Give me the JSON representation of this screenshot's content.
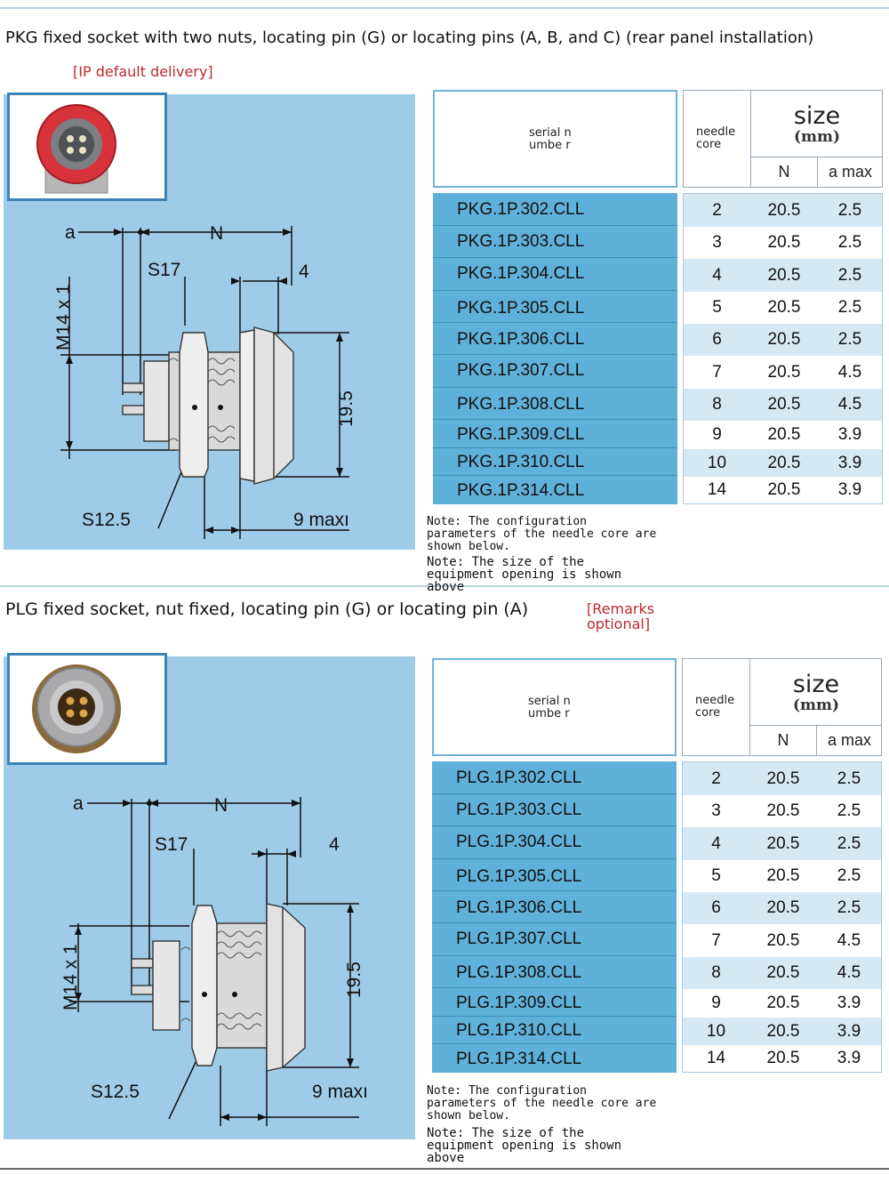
{
  "sections": [
    {
      "title": "PKG fixed socket with two nuts, locating pin (G) or locating pins (A, B, and C) (rear panel installation)",
      "note": "[IP default delivery]",
      "drawing": {
        "a": "a",
        "n": "N",
        "s17": "S17",
        "four": "4",
        "thread": "M14 x 1",
        "height": "19.5",
        "s125": "S12.5",
        "max": "9 maxı"
      },
      "table": {
        "col_serial": "serial numbe r",
        "col_needle": "needle core",
        "col_size": "size",
        "col_unit": "(mm)",
        "col_n": "N",
        "col_a": "a max",
        "rows": [
          {
            "serial": "PKG.1P.302.CLL",
            "core": "2",
            "n": "20.5",
            "a": "2.5"
          },
          {
            "serial": "PKG.1P.303.CLL",
            "core": "3",
            "n": "20.5",
            "a": "2.5"
          },
          {
            "serial": "PKG.1P.304.CLL",
            "core": "4",
            "n": "20.5",
            "a": "2.5"
          },
          {
            "serial": "PKG.1P.305.CLL",
            "core": "5",
            "n": "20.5",
            "a": "2.5"
          },
          {
            "serial": "PKG.1P.306.CLL",
            "core": "6",
            "n": "20.5",
            "a": "2.5"
          },
          {
            "serial": "PKG.1P.307.CLL",
            "core": "7",
            "n": "20.5",
            "a": "4.5"
          },
          {
            "serial": "PKG.1P.308.CLL",
            "core": "8",
            "n": "20.5",
            "a": "4.5"
          },
          {
            "serial": "PKG.1P.309.CLL",
            "core": "9",
            "n": "20.5",
            "a": "3.9"
          },
          {
            "serial": "PKG.1P.310.CLL",
            "core": "10",
            "n": "20.5",
            "a": "3.9"
          },
          {
            "serial": "PKG.1P.314.CLL",
            "core": "14",
            "n": "20.5",
            "a": "3.9"
          }
        ]
      },
      "notes": [
        "Note: The configuration parameters of the needle core are shown below.",
        "Note: The size of the equipment opening is shown above"
      ]
    },
    {
      "title": "PLG fixed socket, nut fixed, locating pin (G) or locating pin (A)",
      "note": "[Remarks optional]",
      "drawing": {
        "a": "a",
        "n": "N",
        "s17": "S17",
        "four": "4",
        "thread": "M14 x 1",
        "height": "19.5",
        "s125": "S12.5",
        "max": "9 maxı"
      },
      "table": {
        "col_serial": "serial numbe r",
        "col_needle": "needle core",
        "col_size": "size",
        "col_unit": "(mm)",
        "col_n": "N",
        "col_a": "a max",
        "rows": [
          {
            "serial": "PLG.1P.302.CLL",
            "core": "2",
            "n": "20.5",
            "a": "2.5"
          },
          {
            "serial": "PLG.1P.303.CLL",
            "core": "3",
            "n": "20.5",
            "a": "2.5"
          },
          {
            "serial": "PLG.1P.304.CLL",
            "core": "4",
            "n": "20.5",
            "a": "2.5"
          },
          {
            "serial": "PLG.1P.305.CLL",
            "core": "5",
            "n": "20.5",
            "a": "2.5"
          },
          {
            "serial": "PLG.1P.306.CLL",
            "core": "6",
            "n": "20.5",
            "a": "2.5"
          },
          {
            "serial": "PLG.1P.307.CLL",
            "core": "7",
            "n": "20.5",
            "a": "4.5"
          },
          {
            "serial": "PLG.1P.308.CLL",
            "core": "8",
            "n": "20.5",
            "a": "4.5"
          },
          {
            "serial": "PLG.1P.309.CLL",
            "core": "9",
            "n": "20.5",
            "a": "3.9"
          },
          {
            "serial": "PLG.1P.310.CLL",
            "core": "10",
            "n": "20.5",
            "a": "3.9"
          },
          {
            "serial": "PLG.1P.314.CLL",
            "core": "14",
            "n": "20.5",
            "a": "3.9"
          }
        ]
      },
      "notes": [
        "Note: The configuration parameters of the needle core are shown below.",
        "Note: The size of the equipment opening is shown above"
      ]
    }
  ],
  "colors": {
    "panel": "#9ecbe7",
    "serial_cell": "#5fb1d9",
    "accent_border": "#3b83b7",
    "note_red": "#c0282d",
    "pkg_housing": "#d8333a",
    "plg_housing": "#a9a9ab"
  }
}
